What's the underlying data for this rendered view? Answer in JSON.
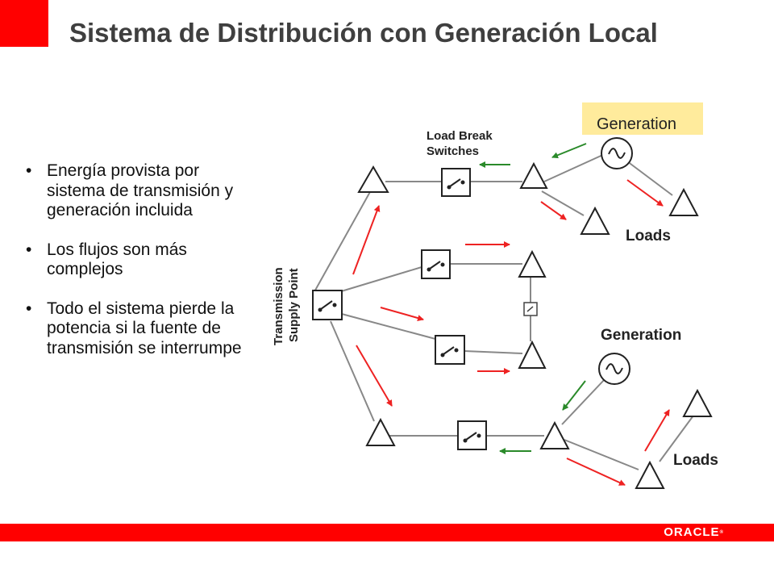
{
  "slide": {
    "title": "Sistema de Distribución con Generación Local"
  },
  "bullets": [
    "Energía provista por sistema de transmisión y generación incluida",
    "Los flujos son más complejos",
    "Todo el sistema pierde la potencia si la fuente de transmisión se interrumpe"
  ],
  "diagram": {
    "label_load_break_line1": "Load Break",
    "label_load_break_line2": "Switches",
    "label_generation_top": "Generation",
    "label_loads_top": "Loads",
    "label_transmission_line1": "Transmission",
    "label_transmission_line2": "Supply Point",
    "label_generation_bottom": "Generation",
    "label_loads_bottom": "Loads",
    "colors": {
      "highlight": "#ffeb9c",
      "red_arrow": "#ee2222",
      "green_arrow": "#2a8a2a",
      "line": "#888888"
    }
  },
  "footer": {
    "logo": "ORACLE",
    "bar_color": "#ff0000"
  }
}
